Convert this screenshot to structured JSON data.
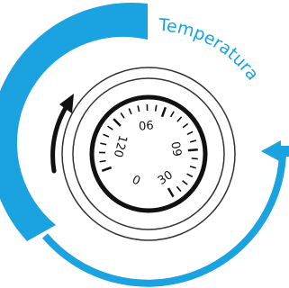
{
  "label": "Temperatura",
  "dial_labels": [
    "0",
    "30",
    "60",
    "90",
    "120"
  ],
  "colors": {
    "accent": "#1aa3e0",
    "ink": "#111111",
    "ring": "#333333",
    "background": "#ffffff"
  },
  "icons": {
    "rotate_arrow": "curved-arrow-icon",
    "entry_arrow": "arrow-left-icon"
  }
}
